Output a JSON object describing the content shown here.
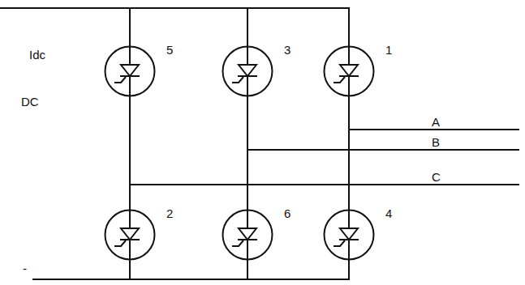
{
  "diagram": {
    "nodes": [
      {
        "text": [
          "5"
        ]
      },
      {
        "text": [
          "3"
        ]
      },
      {
        "text": [
          "1"
        ]
      },
      {
        "text": [
          "2"
        ]
      },
      {
        "text": [
          "6"
        ]
      },
      {
        "text": [
          "4"
        ]
      }
    ],
    "edges": [
      {
        "from": 0,
        "to": 3,
        "arrow": "none"
      },
      {
        "from": 1,
        "to": 4,
        "arrow": "none"
      },
      {
        "from": 2,
        "to": 5,
        "arrow": "none"
      }
    ],
    "labels": [
      "Idc",
      "DC",
      "A",
      "B",
      "C",
      "-"
    ]
  }
}
